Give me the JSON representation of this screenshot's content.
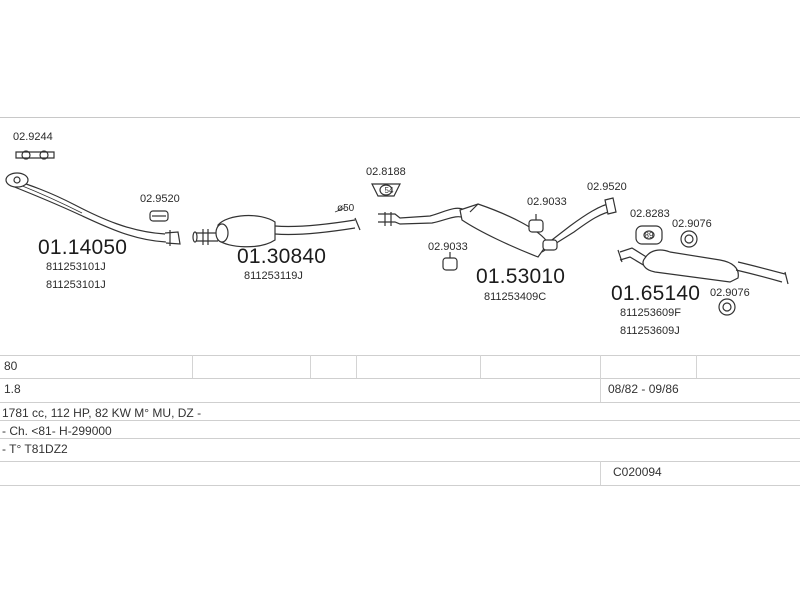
{
  "parts": {
    "p1": {
      "main": "01.14050",
      "refs": [
        "811253101J",
        "811253101J"
      ],
      "gasket": "02.9244",
      "rubber": "02.9520"
    },
    "p2": {
      "main": "01.30840",
      "refs": [
        "811253119J"
      ],
      "clamp": "ø50"
    },
    "p3": {
      "main": "01.53010",
      "refs": [
        "811253409C"
      ],
      "hanger_a": "02.8188",
      "hanger_b": "02.9033",
      "hanger_c": "02.9033",
      "rubber": "02.9520"
    },
    "p4": {
      "main": "01.65140",
      "refs": [
        "811253609F",
        "811253609J"
      ],
      "hanger_a": "02.8283",
      "hanger_b": "02.9076",
      "hanger_c": "02.9076"
    }
  },
  "info": {
    "model": "80",
    "engine_l": "1.8",
    "years": "08/82 - 09/86",
    "spec": "1781 cc, 112 HP, 82 KW M° MU, DZ -",
    "chassis": "- Ch. <81- H-299000",
    "type": "- T° T81DZ2",
    "code": "C020094"
  }
}
